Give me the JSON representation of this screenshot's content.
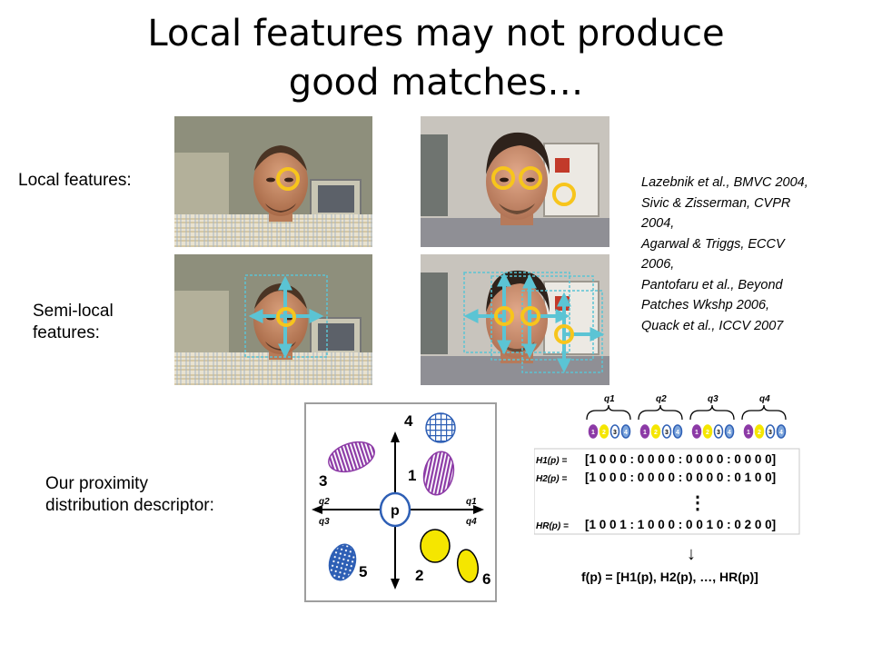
{
  "slide": {
    "title_line1": "Local features may not produce",
    "title_line2": "good matches…",
    "label_local": "Local features:",
    "label_semi_line1": "Semi-local",
    "label_semi_line2": "features:",
    "label_ppd_line1": "Our proximity",
    "label_ppd_line2": "distribution descriptor:",
    "references": [
      "Lazebnik et al., BMVC 2004,",
      "Sivic & Zisserman, CVPR",
      "2004,",
      "Agarwal & Triggs, ECCV",
      "2006,",
      "Pantofaru et al., Beyond",
      "Patches Wkshp 2006,",
      "Quack et al., ICCV 2007"
    ]
  },
  "quadrant_figure": {
    "numbers": [
      "4",
      "3",
      "1",
      "5",
      "2",
      "6"
    ],
    "center_label": "p",
    "quadrant_labels": [
      "q2",
      "q1",
      "q3",
      "q4"
    ]
  },
  "histogram_figure": {
    "bracket_labels": [
      "q1",
      "q2",
      "q3",
      "q4"
    ],
    "rows": [
      {
        "label": "H1(p) =",
        "value": "[1 0 0 0 : 0 0 0 0 : 0 0 0 0 : 0 0 0 0]"
      },
      {
        "label": "H2(p) =",
        "value": "[1 0 0 0 : 0 0 0 0 : 0 0 0 0 : 0 1 0 0]"
      },
      {
        "label": "HR(p) =",
        "value": "[1 0 0 1 : 1 0 0 0 : 0 0 1 0 : 0 2 0 0]"
      }
    ],
    "ellipsis": "⋮",
    "arrow": "↓",
    "formula": "f(p) = [H1(p), H2(p), …, HR(p)]",
    "dot_digits": [
      "1",
      "2",
      "3",
      "4"
    ]
  },
  "colors": {
    "feature_circle": "#f7c51c",
    "semi_arrow": "#5bc4d4",
    "purple": "#8c3aa6",
    "yellow": "#f5e600",
    "blue": "#2e5fb5"
  }
}
